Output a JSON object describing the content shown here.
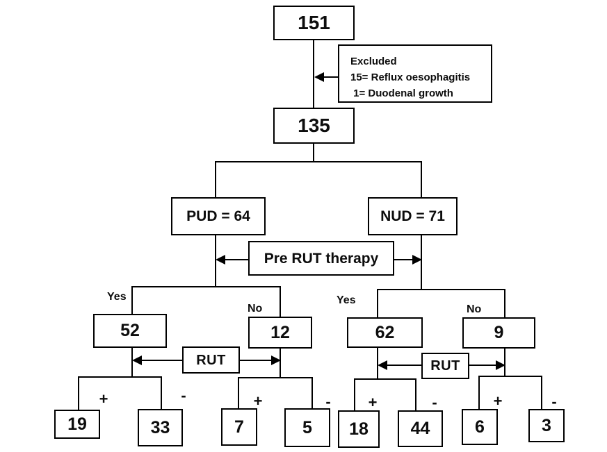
{
  "page": {
    "background_color": "#ffffff",
    "line_color": "#000000",
    "text_color": "#0d0d0d"
  },
  "flowchart": {
    "total_enrolled": "151",
    "excluded": {
      "title": "Excluded",
      "reasons": [
        "15= Reflux oesophagitis",
        " 1= Duodenal growth"
      ]
    },
    "after_exclusion": "135",
    "groups": {
      "pud": "PUD = 64",
      "nud": "NUD = 71"
    },
    "pre_rut_therapy": "Pre RUT therapy",
    "rut": "RUT",
    "branch_labels": {
      "yes": "Yes",
      "no": "No"
    },
    "signs": {
      "positive": "+",
      "negative": "-"
    },
    "counts": {
      "pud_therapy_yes": "52",
      "pud_therapy_no": "12",
      "nud_therapy_yes": "62",
      "nud_therapy_no": "9",
      "pud_yes_rut_positive": "19",
      "pud_yes_rut_negative": "33",
      "pud_no_rut_positive": "7",
      "pud_no_rut_negative": "5",
      "nud_yes_rut_positive": "18",
      "nud_yes_rut_negative": "44",
      "nud_no_rut_positive": "6",
      "nud_no_rut_negative": "3"
    }
  }
}
